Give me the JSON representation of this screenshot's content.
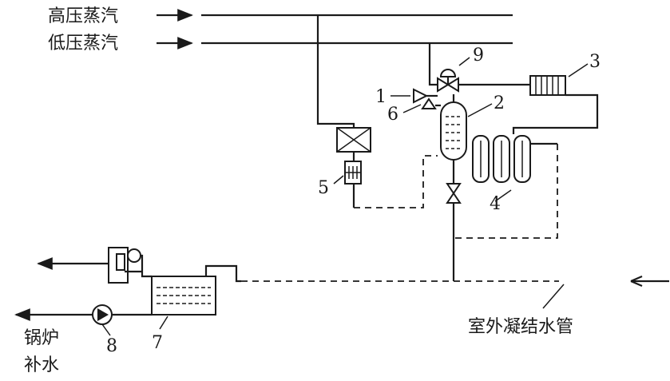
{
  "labels": {
    "hp_steam": "高压蒸汽",
    "lp_steam": "低压蒸汽",
    "outdoor_condensate": "室外凝结水管",
    "boiler_makeup_1": "锅炉",
    "boiler_makeup_2": "补水"
  },
  "numbers": {
    "n1": "1",
    "n2": "2",
    "n3": "3",
    "n4": "4",
    "n5": "5",
    "n6": "6",
    "n7": "7",
    "n8": "8",
    "n9": "9"
  }
}
